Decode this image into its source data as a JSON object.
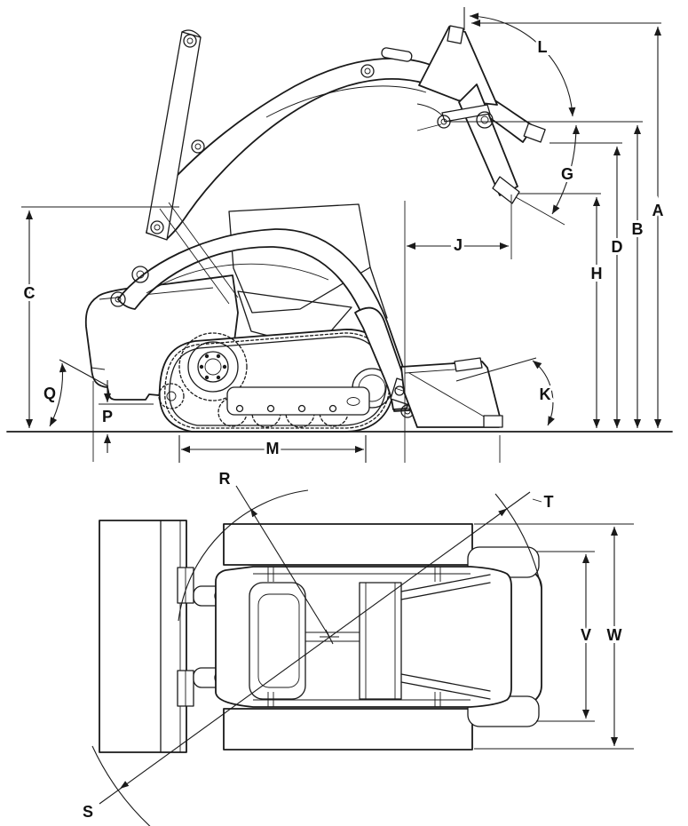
{
  "diagram_type": "compact-track-loader-dimension-drawing",
  "colors": {
    "line": "#1a1a1a",
    "background": "#ffffff"
  },
  "side_view": {
    "labels": {
      "A": "A",
      "B": "B",
      "C": "C",
      "D": "D",
      "G": "G",
      "H": "H",
      "J": "J",
      "K": "K",
      "L": "L",
      "M": "M",
      "P": "P",
      "Q": "Q"
    }
  },
  "top_view": {
    "labels": {
      "R": "R",
      "S": "S",
      "T": "T",
      "V": "V",
      "W": "W"
    }
  }
}
